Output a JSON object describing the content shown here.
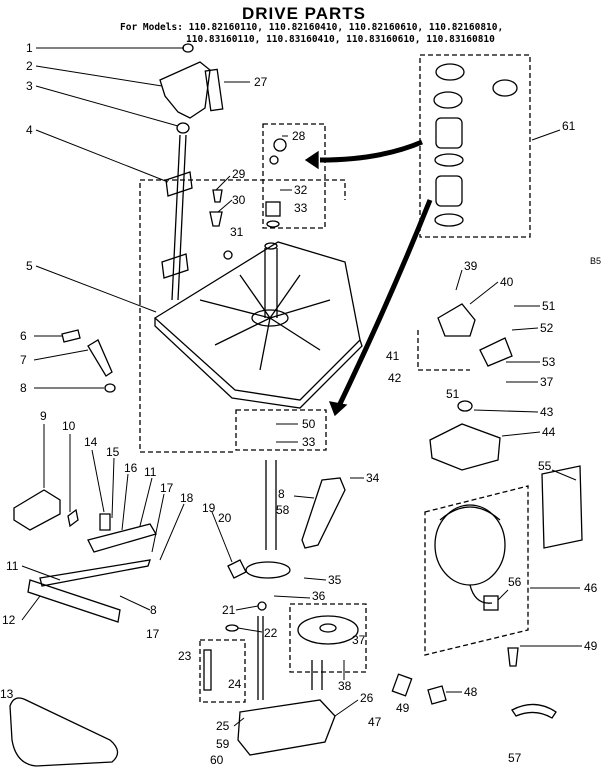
{
  "title": "DRIVE PARTS",
  "models_line_1": "For Models: 110.82160110, 110.82160410, 110.82160610, 110.82160810,",
  "models_line_2": "110.83160110, 110.83160410, 110.83160610, 110.83160810",
  "side_code": "B5",
  "callouts": [
    {
      "num": "1"
    },
    {
      "num": "2"
    },
    {
      "num": "3"
    },
    {
      "num": "4"
    },
    {
      "num": "5"
    },
    {
      "num": "6"
    },
    {
      "num": "7"
    },
    {
      "num": "8"
    },
    {
      "num": "9"
    },
    {
      "num": "10"
    },
    {
      "num": "14"
    },
    {
      "num": "15"
    },
    {
      "num": "16"
    },
    {
      "num": "11"
    },
    {
      "num": "17"
    },
    {
      "num": "18"
    },
    {
      "num": "11"
    },
    {
      "num": "8"
    },
    {
      "num": "12"
    },
    {
      "num": "17"
    },
    {
      "num": "19"
    },
    {
      "num": "20"
    },
    {
      "num": "21"
    },
    {
      "num": "22"
    },
    {
      "num": "23"
    },
    {
      "num": "24"
    },
    {
      "num": "25"
    },
    {
      "num": "59"
    },
    {
      "num": "60"
    },
    {
      "num": "13"
    },
    {
      "num": "27"
    },
    {
      "num": "28"
    },
    {
      "num": "29"
    },
    {
      "num": "30"
    },
    {
      "num": "31"
    },
    {
      "num": "32"
    },
    {
      "num": "33"
    },
    {
      "num": "50"
    },
    {
      "num": "33"
    },
    {
      "num": "34"
    },
    {
      "num": "8"
    },
    {
      "num": "58"
    },
    {
      "num": "35"
    },
    {
      "num": "36"
    },
    {
      "num": "37"
    },
    {
      "num": "38"
    },
    {
      "num": "26"
    },
    {
      "num": "47"
    },
    {
      "num": "49"
    },
    {
      "num": "48"
    },
    {
      "num": "57"
    },
    {
      "num": "61"
    },
    {
      "num": "39"
    },
    {
      "num": "40"
    },
    {
      "num": "51"
    },
    {
      "num": "52"
    },
    {
      "num": "41"
    },
    {
      "num": "42"
    },
    {
      "num": "51"
    },
    {
      "num": "53"
    },
    {
      "num": "37"
    },
    {
      "num": "43"
    },
    {
      "num": "44"
    },
    {
      "num": "55"
    },
    {
      "num": "46"
    },
    {
      "num": "56"
    },
    {
      "num": "49"
    }
  ]
}
